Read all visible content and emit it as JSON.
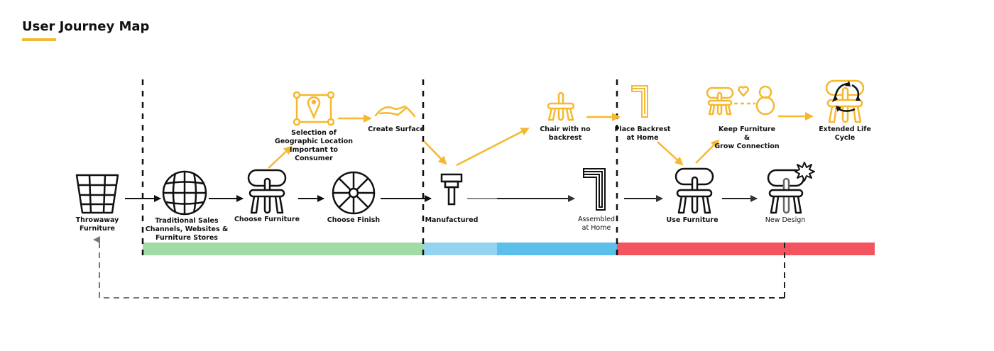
{
  "header": {
    "title": "User Journey Map"
  },
  "colors": {
    "accent_yellow": "#f5b82e",
    "phase_green": "#a1dca6",
    "phase_light_blue": "#93d3ef",
    "phase_blue": "#5bbfe9",
    "phase_red": "#f2555f",
    "line_black": "#111111",
    "loop_gray": "#777777"
  },
  "main_flow": [
    {
      "id": "throwaway",
      "icon": "wastebasket-icon",
      "label": "Throwaway Furniture"
    },
    {
      "id": "traditional",
      "icon": "globe-icon",
      "label_lines": [
        "Traditional Sales",
        "Channels, Websites &",
        "Furniture Stores"
      ]
    },
    {
      "id": "choose-furniture",
      "icon": "chair-icon",
      "label": "Choose Furniture"
    },
    {
      "id": "choose-finish",
      "icon": "wheel-icon",
      "label": "Choose Finish"
    },
    {
      "id": "manufactured",
      "icon": "pedestal-icon",
      "label": "Manufactured"
    },
    {
      "id": "assembled",
      "icon": "backrest-icon",
      "label_lines": [
        "Assembled",
        "at Home"
      ]
    },
    {
      "id": "use-furniture",
      "icon": "chair-icon",
      "label": "Use Furniture"
    },
    {
      "id": "new-design",
      "icon": "chair-sparkle-icon",
      "label": "New Design"
    }
  ],
  "alt_flow": [
    {
      "id": "geo-location",
      "icon": "map-pin-frame-icon",
      "label_lines": [
        "Selection of",
        "Geographic Location",
        "Important to",
        "Consumer"
      ]
    },
    {
      "id": "create-surface",
      "icon": "surface-wave-icon",
      "label": "Create Surface"
    },
    {
      "id": "chair-no-backrest",
      "icon": "stool-icon",
      "label_lines": [
        "Chair with no",
        "backrest"
      ]
    },
    {
      "id": "place-backrest",
      "icon": "backrest-icon",
      "label_lines": [
        "Place Backrest",
        "at Home"
      ]
    },
    {
      "id": "keep-furniture",
      "icon": "chair-heart-person-icon",
      "label_lines": [
        "Keep Furniture",
        "&",
        "Grow Connection"
      ]
    },
    {
      "id": "extended-life",
      "icon": "chair-recycle-icon",
      "label_lines": [
        "Extended Life",
        "Cycle"
      ]
    }
  ],
  "phases": [
    {
      "name": "phase-1",
      "color": "#a1dca6"
    },
    {
      "name": "phase-2a",
      "color": "#93d3ef"
    },
    {
      "name": "phase-2b",
      "color": "#5bbfe9"
    },
    {
      "name": "phase-3",
      "color": "#f2555f"
    }
  ]
}
